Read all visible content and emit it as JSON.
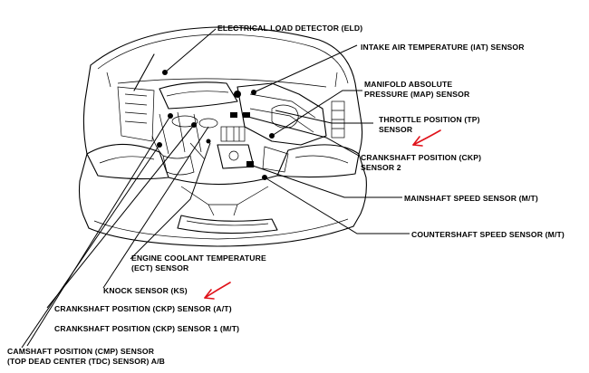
{
  "labels": {
    "eld": "ELECTRICAL LOAD DETECTOR (ELD)",
    "iat": "INTAKE AIR TEMPERATURE (IAT) SENSOR",
    "map_1": "MANIFOLD ABSOLUTE",
    "map_2": "PRESSURE (MAP) SENSOR",
    "tp_1": "THROTTLE POSITION (TP)",
    "tp_2": "SENSOR",
    "ckp2_1": "CRANKSHAFT POSITION (CKP)",
    "ckp2_2": "SENSOR 2",
    "mainshaft": "MAINSHAFT SPEED SENSOR (M/T)",
    "countershaft": "COUNTERSHAFT SPEED SENSOR (M/T)",
    "ect_1": "ENGINE COOLANT TEMPERATURE",
    "ect_2": "(ECT) SENSOR",
    "knock": "KNOCK SENSOR (KS)",
    "ckp_at": "CRANKSHAFT POSITION (CKP) SENSOR (A/T)",
    "ckp1_mt": "CRANKSHAFT POSITION (CKP) SENSOR 1 (M/T)",
    "cmp_1": "CAMSHAFT POSITION (CMP) SENSOR",
    "cmp_2": "(TOP DEAD CENTER (TDC) SENSOR) A/B"
  },
  "highlight_color": "#e0121a"
}
